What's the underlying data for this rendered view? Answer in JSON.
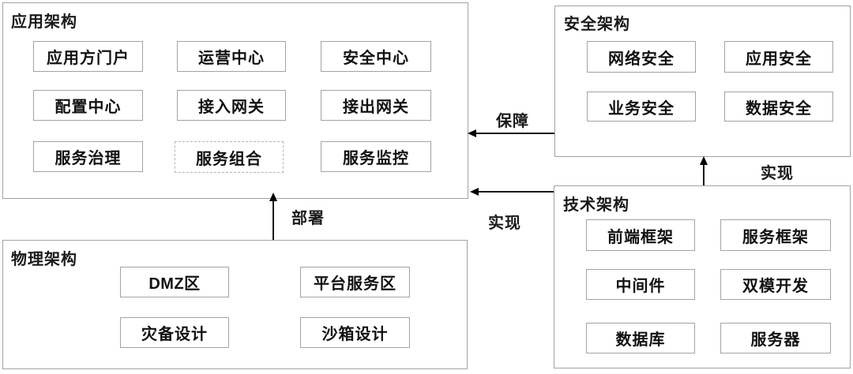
{
  "diagram": {
    "colors": {
      "background": "#ffffff",
      "box_border": "#a3a3a3",
      "dashed_border": "#b5b5b5",
      "text": "#111111",
      "arrow": "#000000"
    },
    "sections": [
      {
        "title": "应用架构",
        "items": [
          {
            "label": "应用方门户",
            "border": "solid"
          },
          {
            "label": "运营中心",
            "border": "solid"
          },
          {
            "label": "安全中心",
            "border": "solid"
          },
          {
            "label": "配置中心",
            "border": "solid"
          },
          {
            "label": "接入网关",
            "border": "solid"
          },
          {
            "label": "接出网关",
            "border": "solid"
          },
          {
            "label": "服务治理",
            "border": "solid"
          },
          {
            "label": "服务组合",
            "border": "dashed"
          },
          {
            "label": "服务监控",
            "border": "solid"
          }
        ]
      },
      {
        "title": "安全架构",
        "items": [
          {
            "label": "网络安全",
            "border": "solid"
          },
          {
            "label": "应用安全",
            "border": "solid"
          },
          {
            "label": "业务安全",
            "border": "solid"
          },
          {
            "label": "数据安全",
            "border": "solid"
          }
        ]
      },
      {
        "title": "技术架构",
        "items": [
          {
            "label": "前端框架",
            "border": "solid"
          },
          {
            "label": "服务框架",
            "border": "solid"
          },
          {
            "label": "中间件",
            "border": "solid"
          },
          {
            "label": "双模开发",
            "border": "solid"
          },
          {
            "label": "数据库",
            "border": "solid"
          },
          {
            "label": "服务器",
            "border": "solid"
          }
        ]
      },
      {
        "title": "物理架构",
        "items": [
          {
            "label": "DMZ区",
            "border": "solid"
          },
          {
            "label": "平台服务区",
            "border": "solid"
          },
          {
            "label": "灾备设计",
            "border": "solid"
          },
          {
            "label": "沙箱设计",
            "border": "solid"
          }
        ]
      }
    ],
    "arrows": [
      {
        "label": "保障",
        "from": "安全架构",
        "to": "应用架构",
        "direction": "left"
      },
      {
        "label": "实现",
        "from": "技术架构",
        "to": "应用架构",
        "direction": "left"
      },
      {
        "label": "实现",
        "from": "技术架构",
        "to": "安全架构",
        "direction": "up"
      },
      {
        "label": "部署",
        "from": "物理架构",
        "to": "应用架构",
        "direction": "up"
      }
    ]
  }
}
